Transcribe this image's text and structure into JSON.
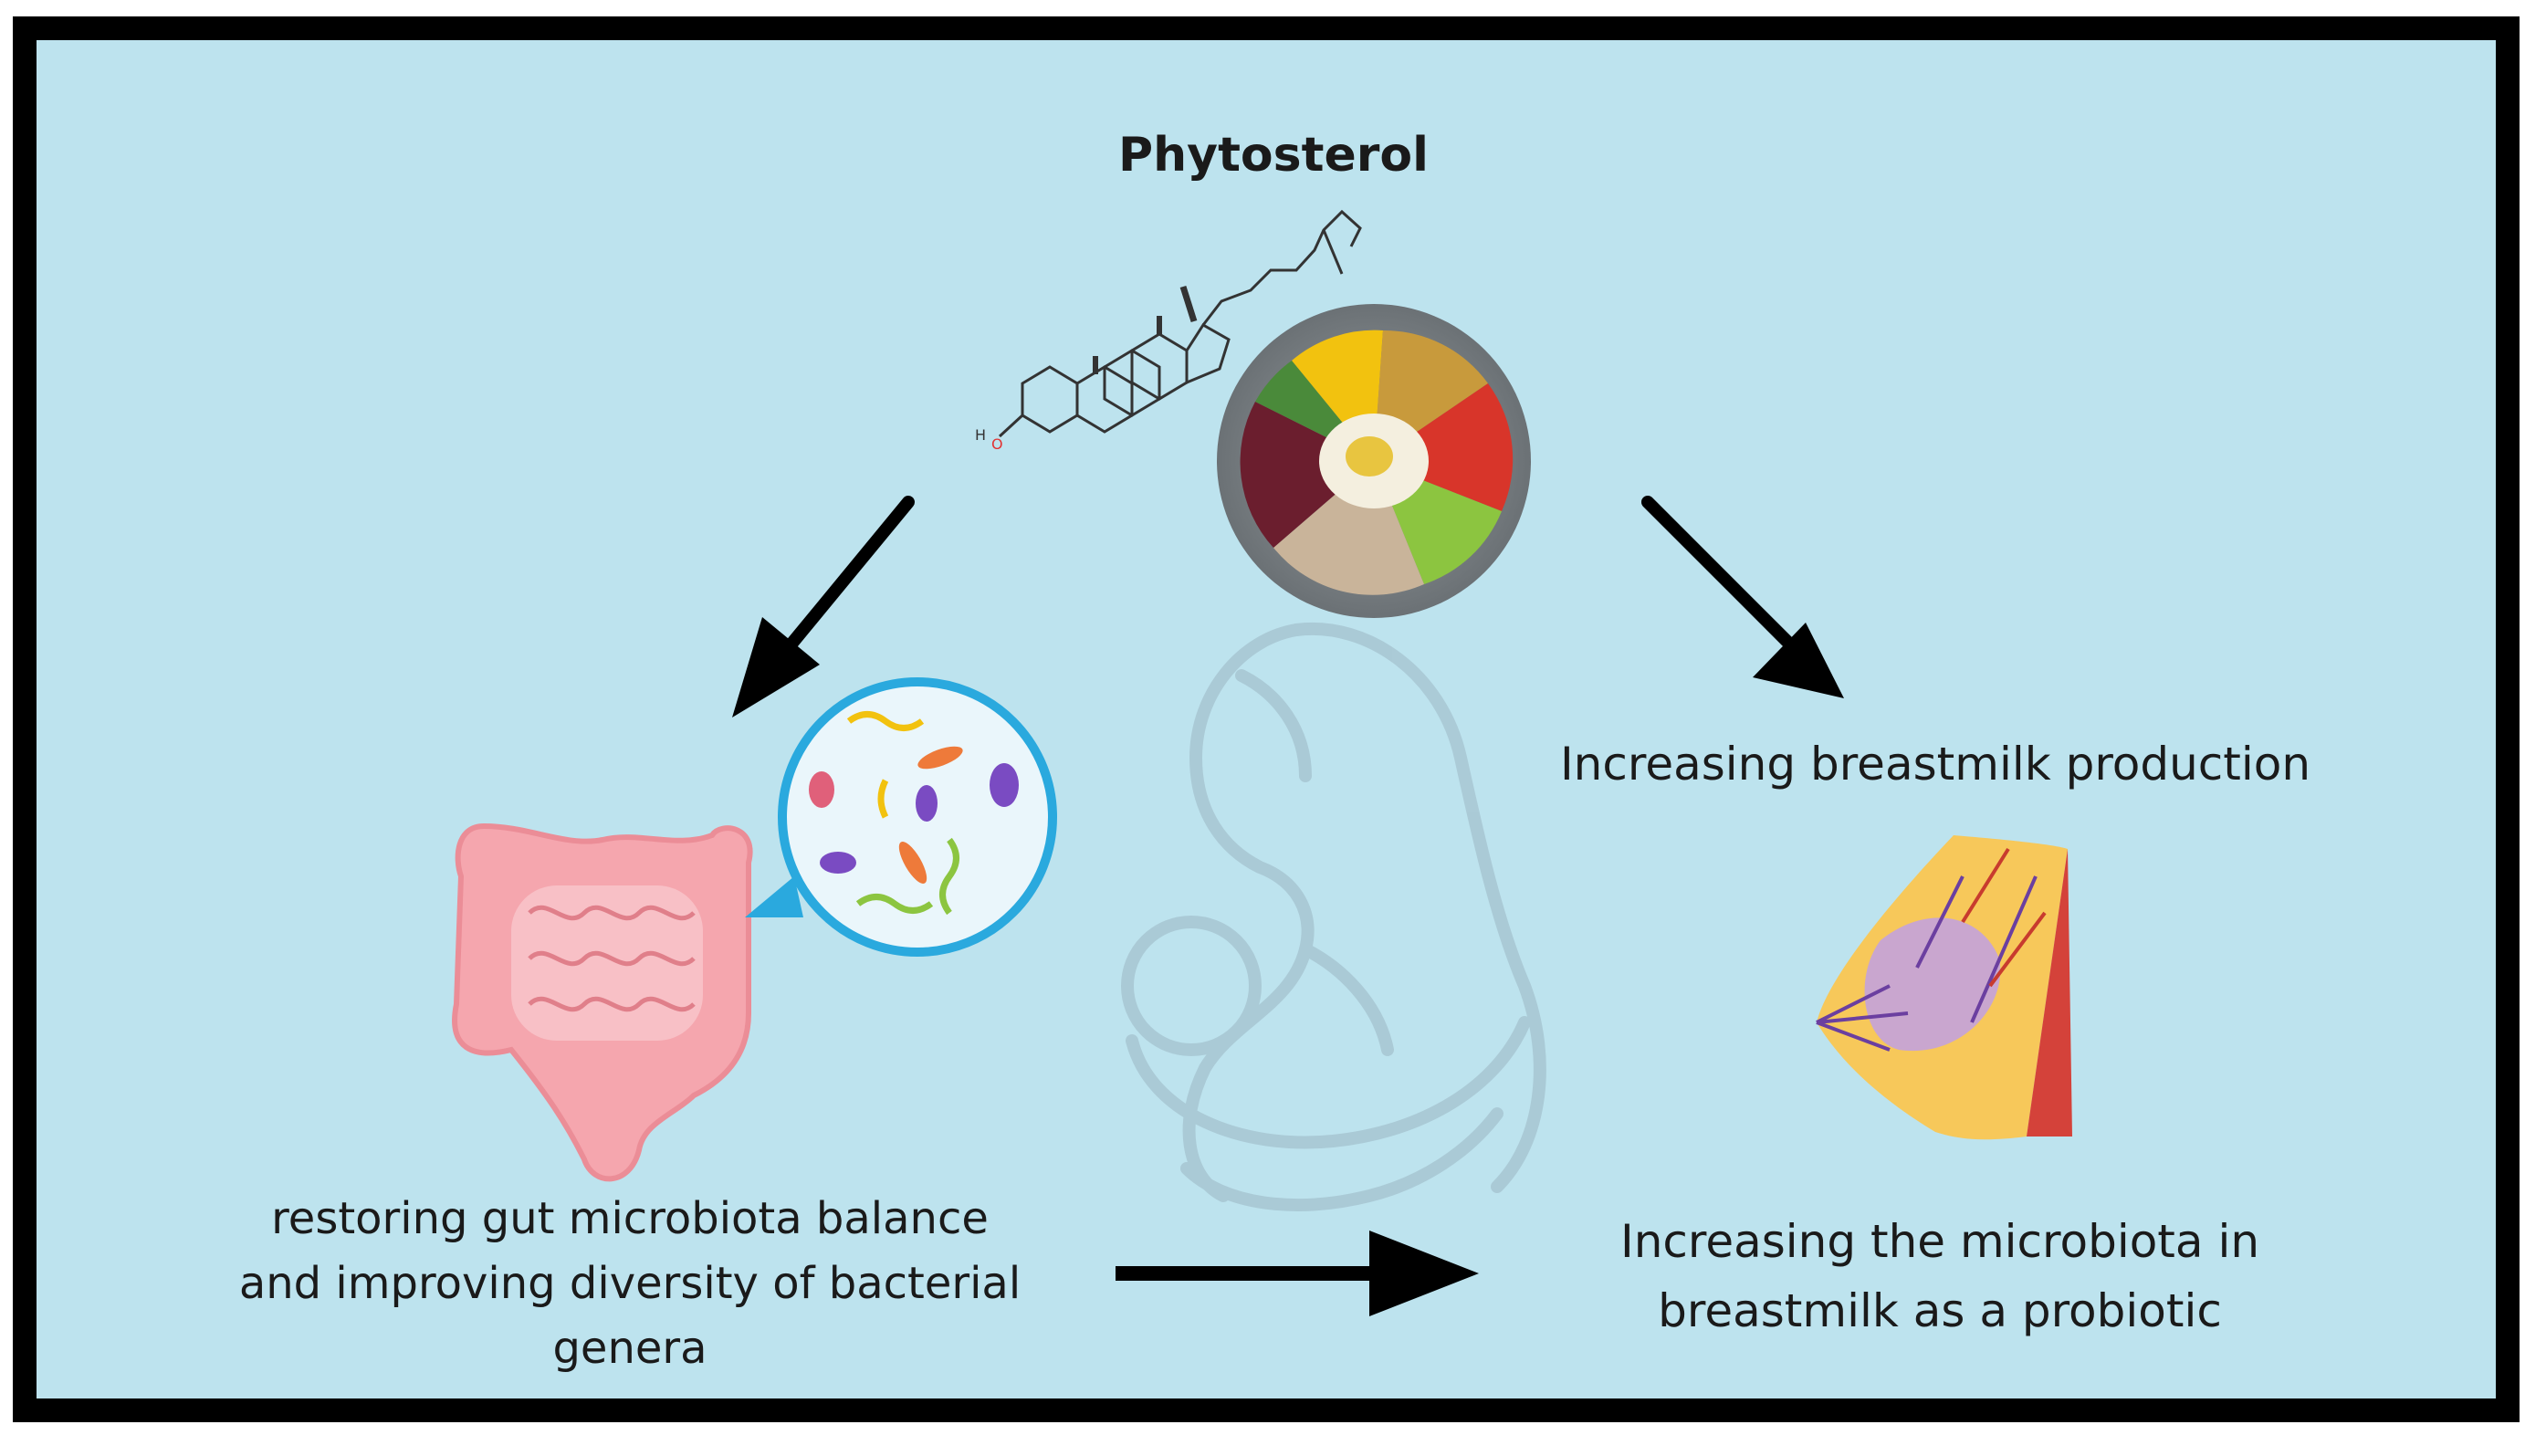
{
  "title": "Phytosterol",
  "labels": {
    "breastmilk_production": "Increasing breastmilk production",
    "gut_microbiota": "restoring gut microbiota balance and improving diversity of bacterial genera",
    "breastmilk_microbiota": "Increasing the microbiota in breastmilk as a probiotic"
  },
  "molecule": {
    "hydroxyl_label": "HO",
    "hydrogen_label": "H"
  },
  "colors": {
    "background": "#bde3ee",
    "border": "#000000",
    "arrow": "#000000",
    "intestine": "#f5a6ae",
    "microbe_circle": "#2aa9de",
    "mother_silhouette": "#a9c8d4"
  },
  "icons": [
    "phytosterol-molecule",
    "food-plate",
    "intestine",
    "microbiota-magnifier",
    "mother-breastfeeding-silhouette",
    "breast-anatomy"
  ]
}
